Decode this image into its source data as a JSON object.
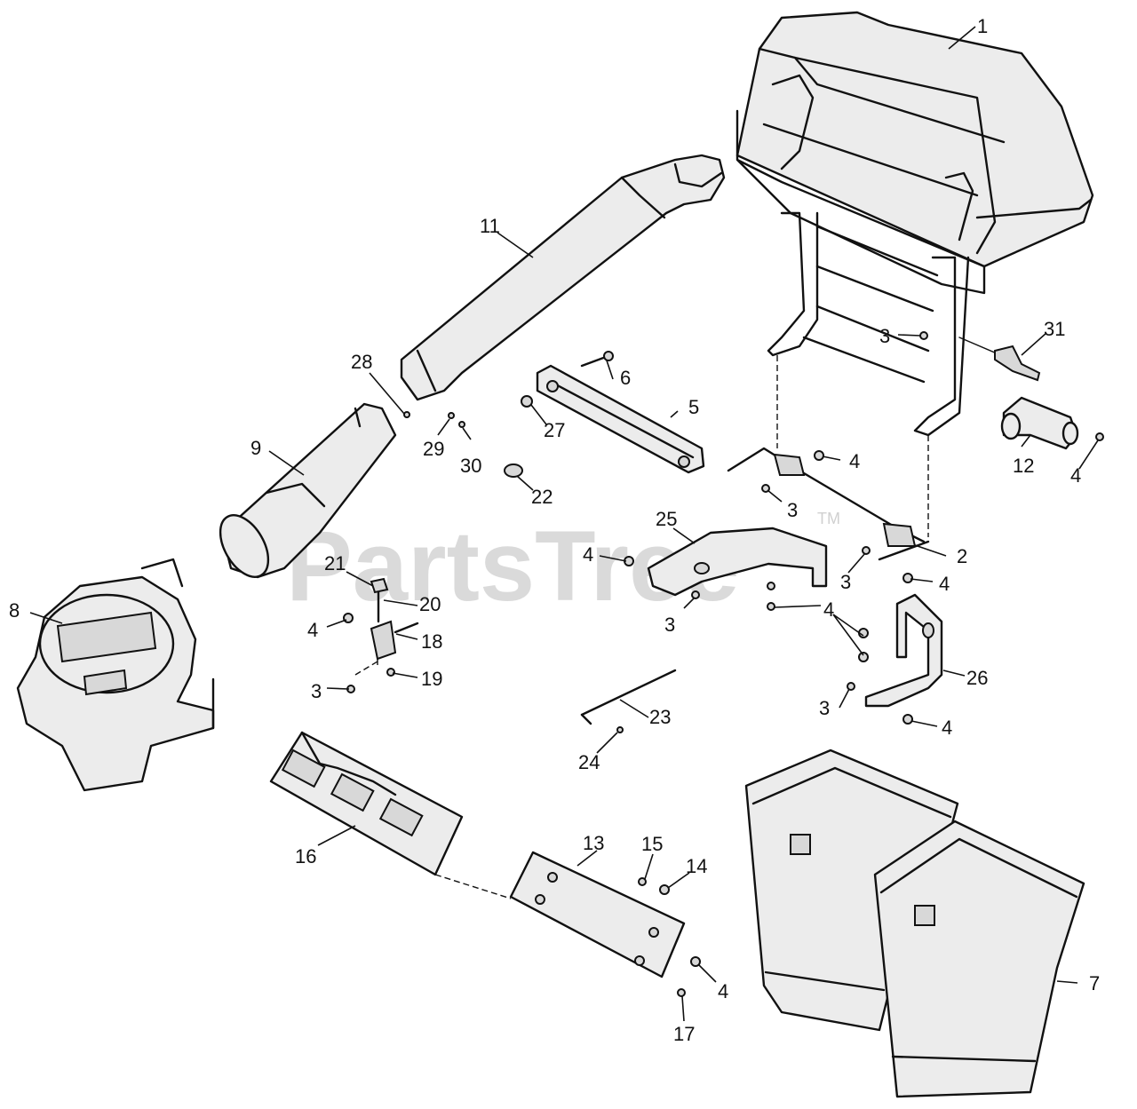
{
  "watermark": {
    "brand": "PartsTree",
    "trademark": "TM"
  },
  "callouts": {
    "c1": "1",
    "c2": "2",
    "c3a": "3",
    "c3b": "3",
    "c3c": "3",
    "c3d": "3",
    "c3e": "3",
    "c3f": "3",
    "c4a": "4",
    "c4b": "4",
    "c4c": "4",
    "c4d": "4",
    "c4e": "4",
    "c4f": "4",
    "c4g": "4",
    "c4h": "4",
    "c5": "5",
    "c6": "6",
    "c7": "7",
    "c8": "8",
    "c9": "9",
    "c11": "11",
    "c12": "12",
    "c13": "13",
    "c14": "14",
    "c15": "15",
    "c16": "16",
    "c17": "17",
    "c18": "18",
    "c19": "19",
    "c20": "20",
    "c21": "21",
    "c22": "22",
    "c23": "23",
    "c24": "24",
    "c25": "25",
    "c26": "26",
    "c27": "27",
    "c28": "28",
    "c29": "29",
    "c30": "30",
    "c31": "31"
  }
}
